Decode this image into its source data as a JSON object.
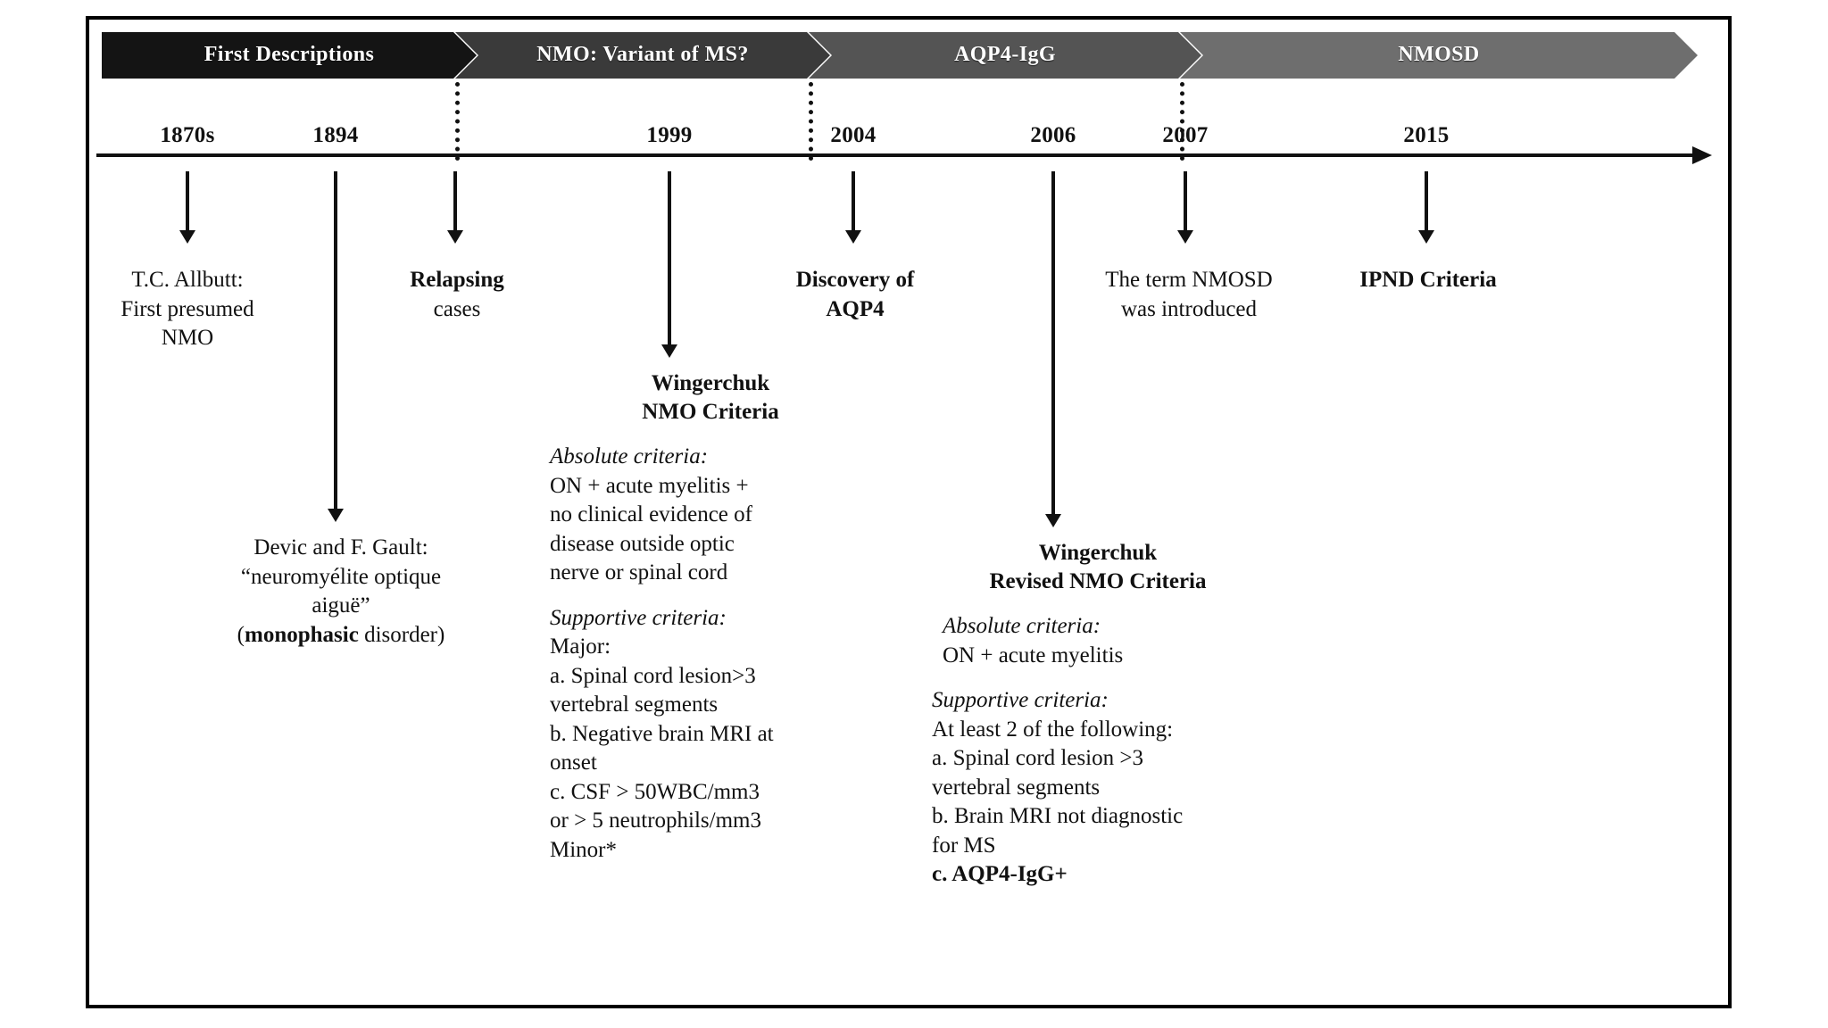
{
  "figure": {
    "type": "timeline",
    "title": "NMO / NMOSD historical timeline",
    "era_band": {
      "segments": [
        {
          "label": "First Descriptions",
          "color": "#141414"
        },
        {
          "label": "NMO: Variant of MS?",
          "color": "#3a3a3a"
        },
        {
          "label": "AQP4-IgG",
          "color": "#545454"
        },
        {
          "label": "NMOSD",
          "color": "#6e6e6e"
        }
      ]
    },
    "years": [
      "1870s",
      "1894",
      "1999",
      "2004",
      "2006",
      "2007",
      "2015"
    ],
    "events": [
      {
        "year": "1870s",
        "title_lines": [
          "T.C. Allbutt:",
          "First presumed",
          "NMO"
        ],
        "bold": false
      },
      {
        "year": "1894",
        "title_lines": [
          "Devic and F. Gault:",
          "“neuromyélite optique",
          "aiguë”"
        ],
        "emphasis_word": "monophasic",
        "emphasis_prefix": "(",
        "emphasis_suffix": " disorder)",
        "bold": false
      },
      {
        "year": "relapsing",
        "title_lines": [
          "Relapsing",
          "cases"
        ],
        "bold_first_line_only": true
      },
      {
        "year": "1999",
        "heading": [
          "Wingerchuk",
          "NMO Criteria"
        ],
        "sections": [
          {
            "label": "Absolute criteria:",
            "lines": [
              "ON + acute myelitis +",
              "no clinical evidence of",
              "disease outside optic",
              "nerve or spinal cord"
            ]
          },
          {
            "label": "Supportive criteria:",
            "lines": [
              "Major:",
              "a. Spinal cord lesion>3",
              "vertebral segments",
              "b. Negative brain MRI at",
              "onset",
              "c. CSF > 50WBC/mm3",
              "or > 5 neutrophils/mm3",
              "Minor*"
            ]
          }
        ]
      },
      {
        "year": "2004",
        "title_lines": [
          "Discovery of",
          "AQP4"
        ],
        "bold": true
      },
      {
        "year": "2006",
        "heading": [
          "Wingerchuk",
          "Revised NMO Criteria"
        ],
        "sections": [
          {
            "label": "Absolute criteria:",
            "lines": [
              "ON + acute myelitis"
            ]
          },
          {
            "label": "Supportive criteria:",
            "lines": [
              "At least 2 of the following:",
              "a. Spinal cord lesion >3",
              "vertebral segments",
              "b. Brain MRI not diagnostic",
              "for MS"
            ],
            "bold_last": "c. AQP4-IgG+"
          }
        ]
      },
      {
        "year": "2007",
        "title_lines": [
          "The term NMOSD",
          "was introduced"
        ],
        "bold": false
      },
      {
        "year": "2015",
        "title_lines": [
          "IPND Criteria"
        ],
        "bold": true
      }
    ]
  }
}
